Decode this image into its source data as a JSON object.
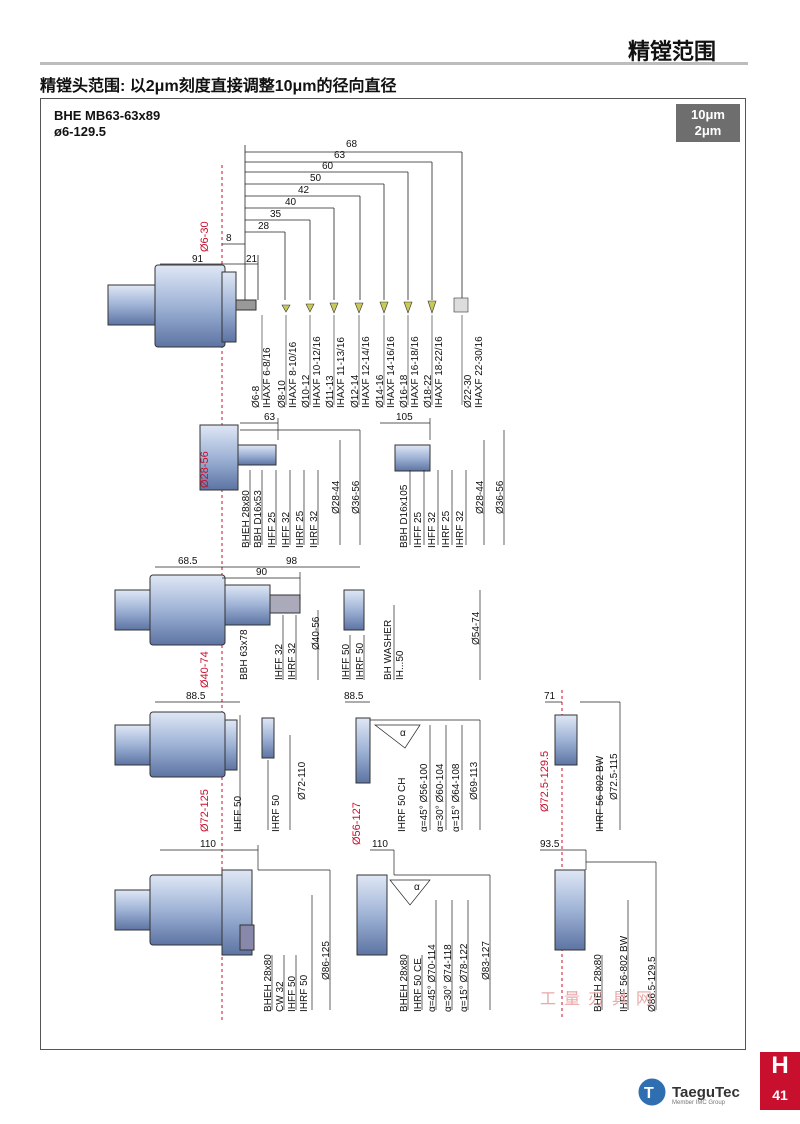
{
  "header": {
    "section_title": "精镗范围",
    "subtitle": "精镗头范围: 以2μm刻度直接调整10μm的径向直径"
  },
  "model": {
    "name": "BHE MB63-63x89",
    "range": "ø6-129.5"
  },
  "badge": {
    "line1": "10μm",
    "line2": "2μm"
  },
  "row1": {
    "range_label": "Ø6-30",
    "dims": [
      "68",
      "63",
      "60",
      "50",
      "42",
      "40",
      "35",
      "28",
      "8",
      "91",
      "21"
    ],
    "parts": [
      "Ø6-8",
      "IHAXF 6-8/16",
      "Ø8-10",
      "IHAXF 8-10/16",
      "Ø10-12",
      "IHAXF 10-12/16",
      "Ø11-13",
      "IHAXF 11-13/16",
      "Ø12-14",
      "IHAXF 12-14/16",
      "Ø14-16",
      "IHAXF 14-16/16",
      "Ø16-18",
      "IHAXF 16-18/16",
      "Ø18-22",
      "IHAXF 18-22/16",
      "Ø22-30",
      "IHAXF 22-30/16"
    ]
  },
  "row2": {
    "range_label": "Ø28-56",
    "dims": [
      "63",
      "105"
    ],
    "parts_a": [
      "BHEH 28x80",
      "BBH D16x53",
      "IHFF 25",
      "IHFF 32",
      "IHRF 25",
      "IHRF 32",
      "Ø28-44",
      "Ø36-56"
    ],
    "parts_b": [
      "BBH D16x105",
      "IHFF 25",
      "IHFF 32",
      "IHRF 25",
      "IHRF 32",
      "Ø28-44",
      "Ø36-56"
    ]
  },
  "row3": {
    "range_label": "Ø40-74",
    "dims": [
      "68.5",
      "98",
      "90"
    ],
    "parts": [
      "BBH 63x78",
      "IHFF 32",
      "IHRF 32",
      "Ø40-56",
      "IHFF 50",
      "IHRF 50",
      "BH WASHER",
      "IH...50",
      "Ø54-74"
    ]
  },
  "row4": {
    "range_labels": [
      "Ø72-125",
      "Ø56-127",
      "Ø72.5-129.5"
    ],
    "dims": [
      "88.5",
      "88.5",
      "71"
    ],
    "parts_a": [
      "IHFF 50",
      "IHRF 50",
      "Ø72-110"
    ],
    "parts_b": [
      "IHRF 50 CH",
      "α=45° Ø56-100",
      "α=30° Ø60-104",
      "α=15° Ø64-108",
      "Ø69-113"
    ],
    "parts_c": [
      "IHRF 56-802 BW",
      "Ø72.5-115"
    ],
    "alpha": "α"
  },
  "row5": {
    "dims": [
      "110",
      "110",
      "93.5"
    ],
    "parts_a": [
      "BHEH 28x80",
      "CW 32",
      "IHFF 50",
      "IHRF 50",
      "Ø86-125"
    ],
    "parts_b": [
      "BHEH 28x80",
      "IHRF 50 CE",
      "α=45° Ø70-114",
      "α=30° Ø74-118",
      "α=15° Ø78-122",
      "Ø83-127"
    ],
    "parts_c": [
      "BHEH 28x80",
      "IHRF 56-802 BW",
      "Ø86.5-129.5"
    ],
    "alpha": "α"
  },
  "footer": {
    "tab_letter": "H",
    "page_number": "41",
    "brand": "TaeguTec",
    "brand_sub": "Member IMC Group",
    "watermark": "工量刃具网"
  },
  "colors": {
    "accent": "#c8102e",
    "tool_blue": "#8ea4c8",
    "badge_bg": "#6e6e6e"
  }
}
